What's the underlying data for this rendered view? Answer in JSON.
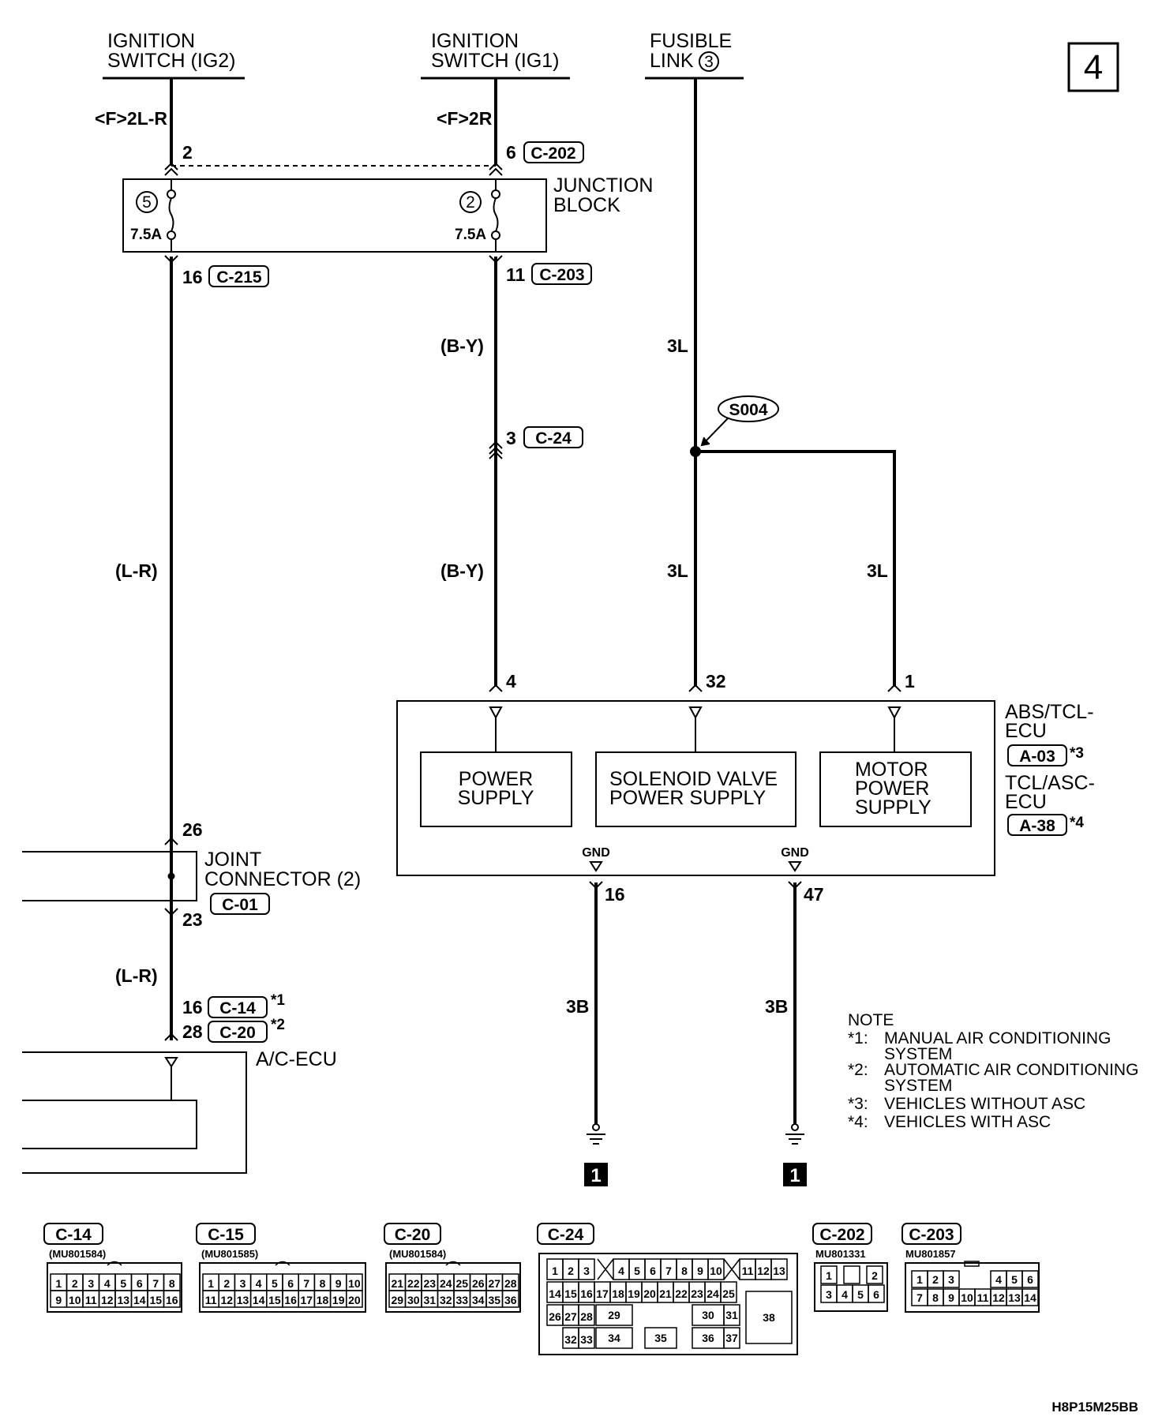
{
  "page_number": "4",
  "sources": {
    "ig2_line1": "IGNITION",
    "ig2_line2": "SWITCH (IG2)",
    "ig1_line1": "IGNITION",
    "ig1_line2": "SWITCH (IG1)",
    "fusible_line1": "FUSIBLE",
    "fusible_line2": "LINK",
    "fusible_number": "3"
  },
  "wire_codes": {
    "ig2": "<F>2L-R",
    "ig1": "<F>2R",
    "b_y_upper": "(B-Y)",
    "b_y_lower": "(B-Y)",
    "l_r_upper": "(L-R)",
    "l_r_lower": "(L-R)",
    "three_l_top": "3L",
    "three_l_left": "3L",
    "three_l_right": "3L",
    "three_b_left": "3B",
    "three_b_right": "3B"
  },
  "junction_block": {
    "line1": "JUNCTION",
    "line2": "BLOCK",
    "fuse_left_number": "5",
    "fuse_right_number": "2",
    "fuse_left_rating": "7.5A",
    "fuse_right_rating": "7.5A"
  },
  "pins": {
    "jb_in_left": "2",
    "jb_in_right": "6",
    "jb_out_left": "16",
    "jb_out_right": "11",
    "c24_pin": "3",
    "ecu_pin_4": "4",
    "ecu_pin_32": "32",
    "ecu_pin_1": "1",
    "joint_in": "26",
    "joint_out": "23",
    "ac_pin_16": "16",
    "ac_pin_28": "28",
    "gnd_pin_16": "16",
    "gnd_pin_47": "47"
  },
  "connector_refs": {
    "c202": "C-202",
    "c215": "C-215",
    "c203": "C-203",
    "c24": "C-24",
    "c01": "C-01",
    "c14": "C-14",
    "c20": "C-20",
    "a03": "A-03",
    "a38": "A-38"
  },
  "splice": "S004",
  "abs_ecu": {
    "name_line1": "ABS/TCL-",
    "name_line2": "ECU",
    "alt_line1": "TCL/ASC-",
    "alt_line2": "ECU",
    "star3": "*3",
    "star4": "*4",
    "power_supply_line1": "POWER",
    "power_supply_line2": "SUPPLY",
    "solenoid_line1": "SOLENOID VALVE",
    "solenoid_line2": "POWER SUPPLY",
    "motor_line1": "MOTOR",
    "motor_line2": "POWER",
    "motor_line3": "SUPPLY",
    "gnd_left": "GND",
    "gnd_right": "GND"
  },
  "joint_connector": {
    "line1": "JOINT",
    "line2": "CONNECTOR (2)"
  },
  "ac_ecu": {
    "name": "A/C-ECU",
    "star1": "*1",
    "star2": "*2"
  },
  "ground_refs": {
    "left": "1",
    "right": "1"
  },
  "notes": {
    "title": "NOTE",
    "n1_key": "*1:",
    "n1_line1": "MANUAL AIR CONDITIONING",
    "n1_line2": "SYSTEM",
    "n2_key": "*2:",
    "n2_line1": "AUTOMATIC AIR CONDITIONING",
    "n2_line2": "SYSTEM",
    "n3_key": "*3:",
    "n3_text": "VEHICLES WITHOUT ASC",
    "n4_key": "*4:",
    "n4_text": "VEHICLES WITH ASC"
  },
  "connector_views": {
    "c14": {
      "label": "C-14",
      "part": "(MU801584)",
      "row1": [
        "1",
        "2",
        "3",
        "4",
        "5",
        "6",
        "7",
        "8"
      ],
      "row2": [
        "9",
        "10",
        "11",
        "12",
        "13",
        "14",
        "15",
        "16"
      ]
    },
    "c15": {
      "label": "C-15",
      "part": "(MU801585)",
      "row1": [
        "1",
        "2",
        "3",
        "4",
        "5",
        "6",
        "7",
        "8",
        "9",
        "10"
      ],
      "row2": [
        "11",
        "12",
        "13",
        "14",
        "15",
        "16",
        "17",
        "18",
        "19",
        "20"
      ]
    },
    "c20": {
      "label": "C-20",
      "part": "(MU801584)",
      "row1": [
        "21",
        "22",
        "23",
        "24",
        "25",
        "26",
        "27",
        "28"
      ],
      "row2": [
        "29",
        "30",
        "31",
        "32",
        "33",
        "34",
        "35",
        "36"
      ]
    },
    "c24": {
      "label": "C-24",
      "row1_a": [
        "1",
        "2",
        "3"
      ],
      "row1_b": [
        "4",
        "5",
        "6",
        "7",
        "8",
        "9",
        "10"
      ],
      "row1_c": [
        "11",
        "12",
        "13"
      ],
      "row2": [
        "14",
        "15",
        "16",
        "17",
        "18",
        "19",
        "20",
        "21",
        "22",
        "23",
        "24",
        "25"
      ],
      "row3_a": [
        "26",
        "27",
        "28"
      ],
      "pin29": "29",
      "pin30": "30",
      "pin31": "31",
      "row4_a": [
        "32",
        "33"
      ],
      "pin34": "34",
      "pin35": "35",
      "pin36": "36",
      "pin37": "37",
      "pin38": "38"
    },
    "c202": {
      "label": "C-202",
      "part": "MU801331",
      "row1": [
        "1",
        "2"
      ],
      "row2": [
        "3",
        "4",
        "5",
        "6"
      ]
    },
    "c203": {
      "label": "C-203",
      "part": "MU801857",
      "row1_a": [
        "1",
        "2",
        "3"
      ],
      "row1_b": [
        "4",
        "5",
        "6"
      ],
      "row2": [
        "7",
        "8",
        "9",
        "10",
        "11",
        "12",
        "13",
        "14"
      ]
    }
  },
  "drawing_code": "H8P15M25BB"
}
